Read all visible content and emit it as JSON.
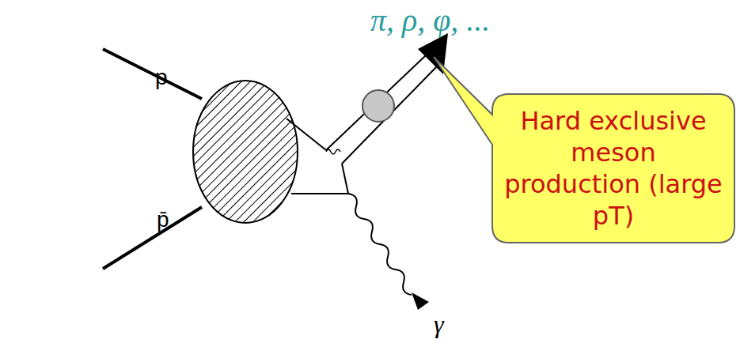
{
  "diagram": {
    "nodes": [
      {
        "text": [
          "Hard exclusive meson production (large pT)"
        ]
      }
    ],
    "labels": [
      "π, ρ, φ, ...",
      "p",
      "p̄",
      "γ"
    ]
  }
}
